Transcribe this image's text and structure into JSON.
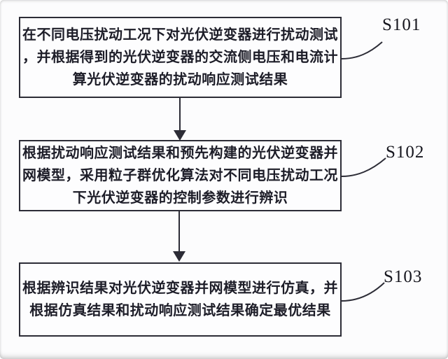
{
  "page": {
    "background_color": "#fcfcfd",
    "line_color": "#2c2c36",
    "text_color": "#1d1d28",
    "label_color": "#15151d"
  },
  "steps": [
    {
      "id": "S101",
      "lines": [
        "在不同电压扰动工况下对光伏逆变器进行扰动测试",
        "，并根据得到的光伏逆变器的交流侧电压和电流计",
        "算光伏逆变器的扰动响应测试结果"
      ]
    },
    {
      "id": "S102",
      "lines": [
        "根据扰动响应测试结果和预先构建的光伏逆变器并",
        "网模型，采用粒子群优化算法对不同电压扰动工况",
        "下光伏逆变器的控制参数进行辨识"
      ]
    },
    {
      "id": "S103",
      "lines": [
        "根据辨识结果对光伏逆变器并网模型进行仿真，并",
        "根据仿真结果和扰动响应测试结果确定最优结果"
      ]
    }
  ]
}
